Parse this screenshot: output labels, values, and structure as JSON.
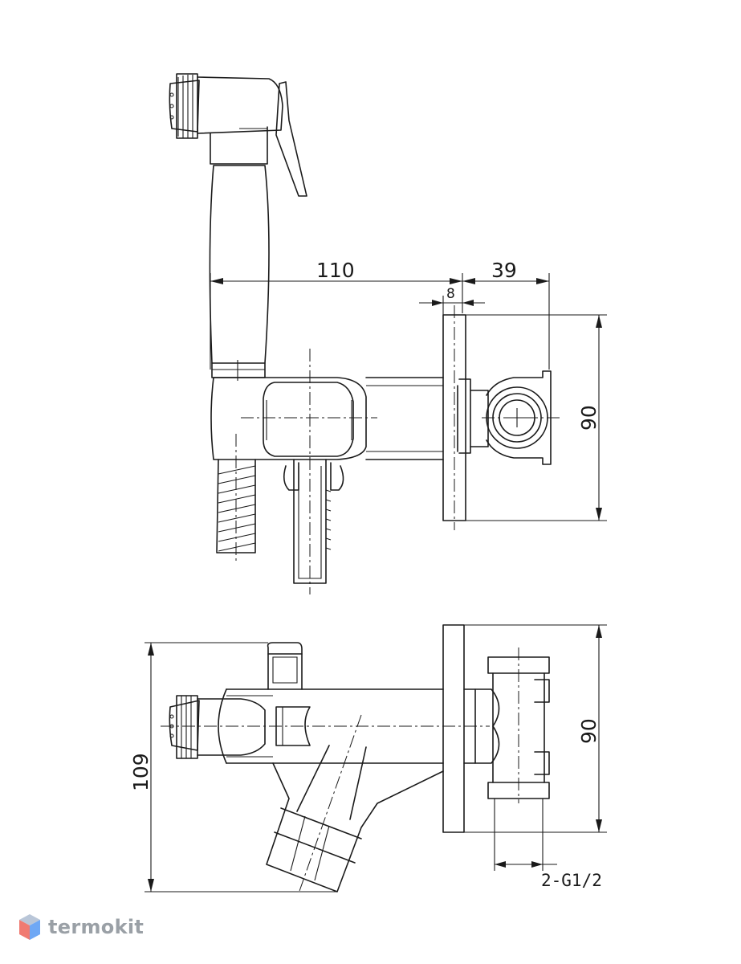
{
  "dimensions": {
    "top_width": "110",
    "top_offset": "39",
    "top_plate": "8",
    "top_height": "90",
    "bottom_height_left": "109",
    "bottom_height_right": "90",
    "connection": "2-G1/2"
  },
  "watermark": {
    "brand": "termokit",
    "colors": {
      "left_face": "#f07b72",
      "right_face": "#6fa8f5",
      "top_face": "#b9c6d8"
    }
  }
}
